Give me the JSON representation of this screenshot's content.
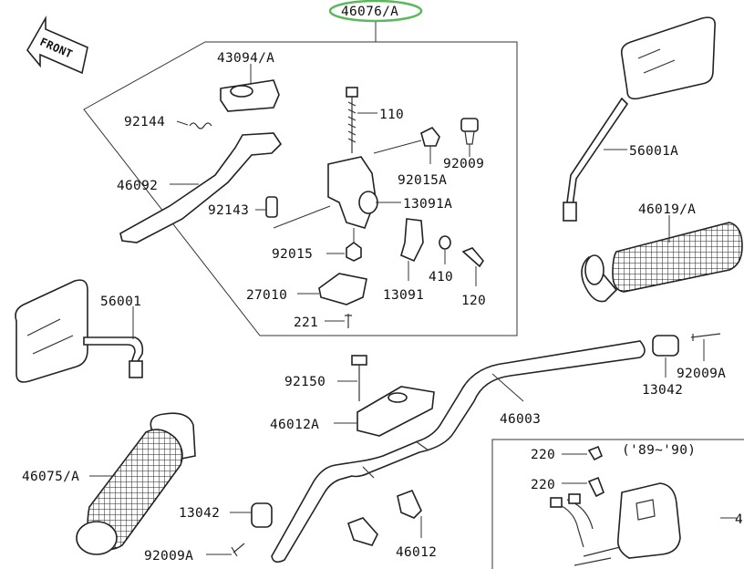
{
  "front_arrow": {
    "label": "FRONT"
  },
  "callouts": {
    "c46076A": "46076/A",
    "c43094A": "43094/A",
    "c92144": "92144",
    "c46092": "46092",
    "c92143": "92143",
    "c110": "110",
    "c92015A": "92015A",
    "c92009": "92009",
    "c13091A": "13091A",
    "c92015": "92015",
    "c410": "410",
    "c120": "120",
    "c13091": "13091",
    "c27010": "27010",
    "c221": "221",
    "c56001A": "56001A",
    "c46019A": "46019/A",
    "c56001": "56001",
    "c92150": "92150",
    "c46012A": "46012A",
    "c46003": "46003",
    "c13042r": "13042",
    "c92009A_r": "92009A",
    "c46075A": "46075/A",
    "c13042l": "13042",
    "c92009A_l": "92009A",
    "c46012": "46012",
    "c220a": "220",
    "c220b": "220",
    "year_note": "('89~'90)",
    "c4_edge": "4"
  },
  "colors": {
    "highlight": "#5cb85c",
    "ink": "#222222"
  }
}
